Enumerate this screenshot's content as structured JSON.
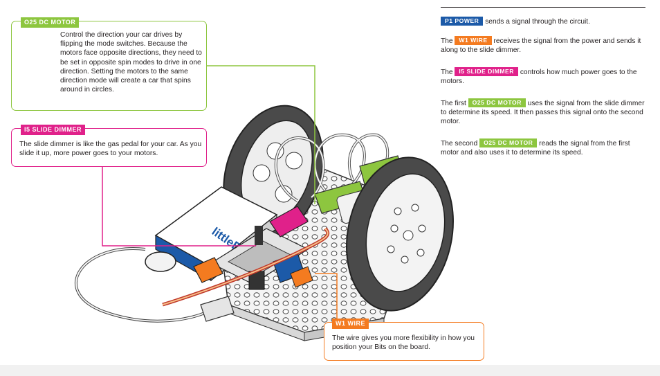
{
  "callouts": {
    "motor": {
      "tag": "o25 DC MOTOR",
      "text": "Control the direction your car drives by flipping the mode switches. Because the motors face opposite directions, they need to be set in opposite spin modes to drive in one direction. Setting the motors to the same direction mode will create a car that spins around in circles."
    },
    "dimmer": {
      "tag": "i5 SLIDE DIMMER",
      "text": "The slide dimmer is like the gas pedal for your car. As you slide it up, more power goes to your motors."
    },
    "wire": {
      "tag": "w1 WIRE",
      "text": "The wire gives you more flexibility in how you position your Bits on the board."
    }
  },
  "battery_label": "littleBits",
  "steps": [
    {
      "chip": "p1 POWER",
      "color": "#1c5aa8",
      "before": "",
      "after": " sends a signal through the circuit."
    },
    {
      "chip": "w1 WIRE",
      "color": "#f47b20",
      "before": "The ",
      "after": " receives the signal from the power and sends it along to the slide dimmer."
    },
    {
      "chip": "i5 SLIDE DIMMER",
      "color": "#e0218a",
      "before": "The ",
      "after": " controls how much power goes to the motors."
    },
    {
      "chip": "o25 DC MOTOR",
      "color": "#8dc63f",
      "before": "The first ",
      "after": " uses the signal from the slide dimmer to determine its speed. It then passes this signal onto the second motor."
    },
    {
      "chip": "o25 DC MOTOR",
      "color": "#8dc63f",
      "before": "The second ",
      "after": " reads the signal from the first motor and also uses it to determine its speed."
    }
  ],
  "colors": {
    "power": "#1c5aa8",
    "wire": "#f47b20",
    "dimmer": "#e0218a",
    "motor": "#8dc63f"
  }
}
